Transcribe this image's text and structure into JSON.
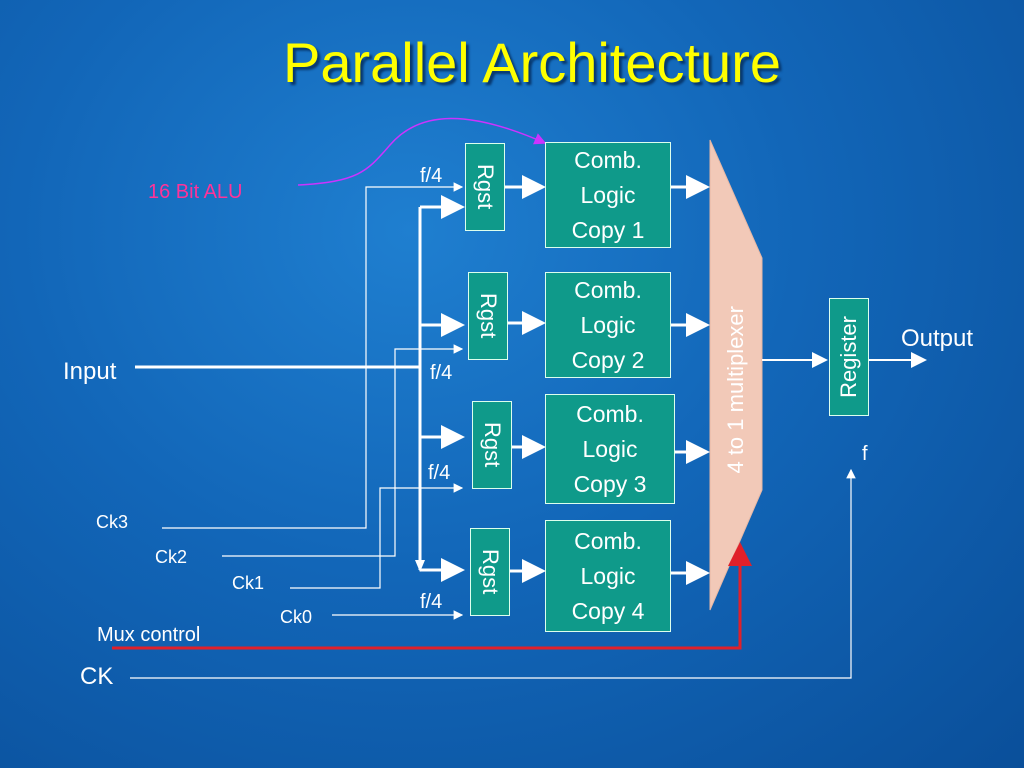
{
  "title": "Parallel Architecture",
  "alu_label": "16 Bit ALU",
  "input_label": "Input",
  "output_label": "Output",
  "clock_labels": [
    "Ck3",
    "Ck2",
    "Ck1",
    "Ck0"
  ],
  "mux_control_label": "Mux control",
  "ck_label": "CK",
  "freq_quarter": [
    "f/4",
    "f/4",
    "f/4",
    "f/4"
  ],
  "freq_full": "f",
  "rgst_labels": [
    "Rgst",
    "Rgst",
    "Rgst",
    "Rgst"
  ],
  "comb_blocks": [
    {
      "line1": "Comb.",
      "line2": "Logic",
      "line3": "Copy 1"
    },
    {
      "line1": "Comb.",
      "line2": "Logic",
      "line3": "Copy 2"
    },
    {
      "line1": "Comb.",
      "line2": "Logic",
      "line3": "Copy 3"
    },
    {
      "line1": "Comb.",
      "line2": "Logic",
      "line3": "Copy 4"
    }
  ],
  "mux_label": "4 to 1 multiplexer",
  "register_label": "Register",
  "colors": {
    "title": "#ffff00",
    "alu_label": "#ff3399",
    "block_fill": "#0f9a8a",
    "mux_fill": "#f2c9b8",
    "mux_control_wire": "#e0202a",
    "alu_arrow": "#cc33ff"
  }
}
